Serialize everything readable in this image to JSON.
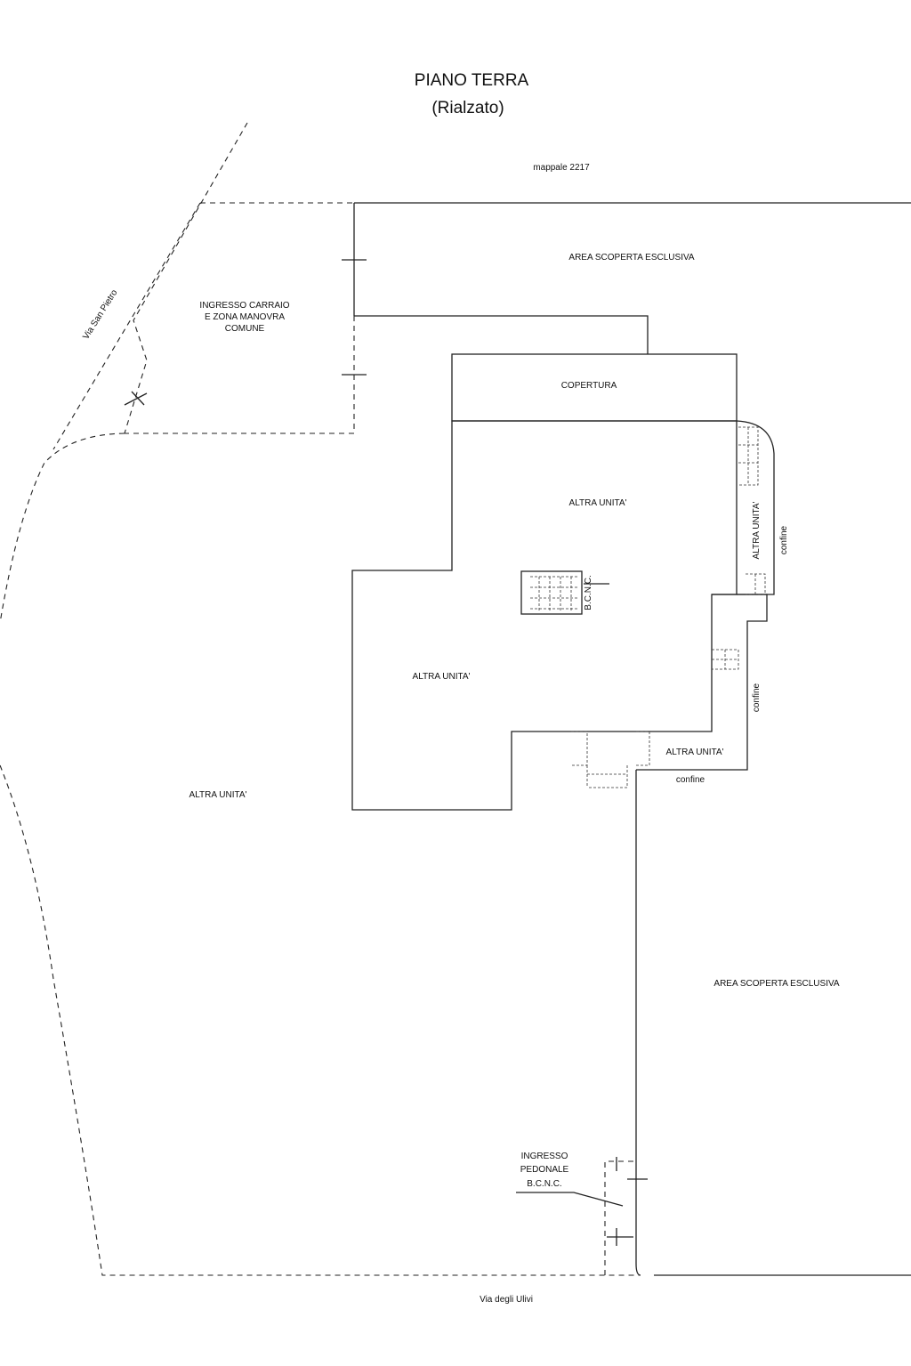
{
  "title": "PIANO TERRA",
  "subtitle": "(Rialzato)",
  "labels": {
    "mappale": "mappale 2217",
    "via_san_pietro": "Via San Pietro",
    "via_degli_ulivi": "Via degli Ulivi",
    "ingresso_carraio": [
      "INGRESSO CARRAIO",
      "E ZONA MANOVRA",
      "COMUNE"
    ],
    "area_top": "AREA SCOPERTA ESCLUSIVA",
    "area_bottom": "AREA SCOPERTA ESCLUSIVA",
    "copertura": "COPERTURA",
    "altra_unita_top": "ALTRA UNITA'",
    "altra_unita_center": "ALTRA UNITA'",
    "altra_unita_left": "ALTRA UNITA'",
    "altra_unita_strip": "ALTRA UNITA'",
    "altra_unita_small": "ALTRA UNITA'",
    "bcnc_stair": "B.C.N.C.",
    "confine_1": "confine",
    "confine_2": "confine",
    "confine_3": "confine",
    "ingresso_pedonale": [
      "INGRESSO",
      "PEDONALE",
      "B.C.N.C."
    ]
  }
}
